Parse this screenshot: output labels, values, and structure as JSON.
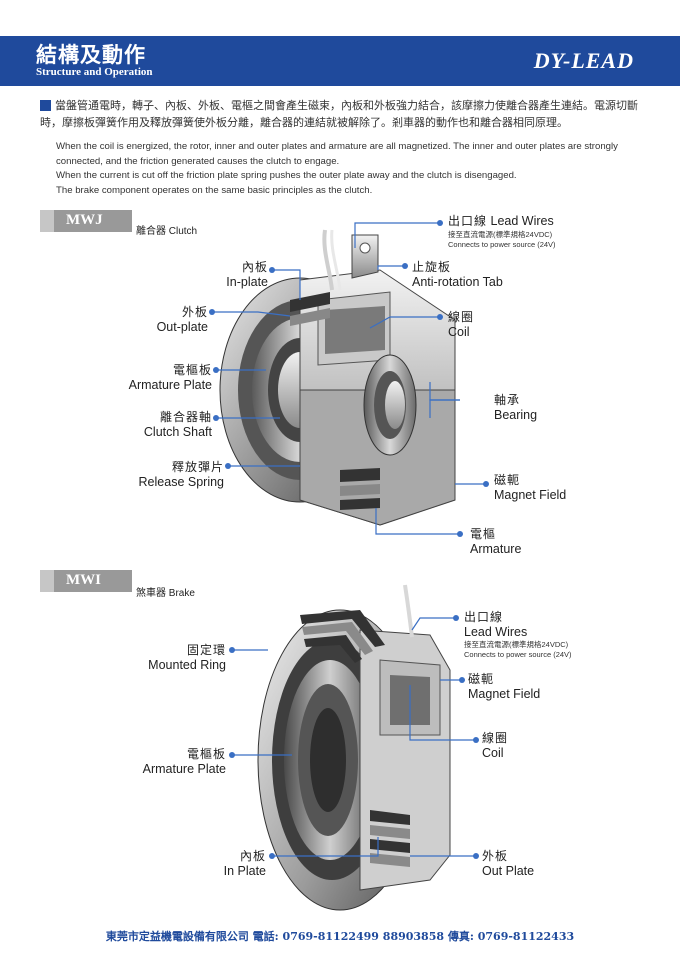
{
  "header": {
    "title_zh": "結構及動作",
    "title_en": "Structure and Operation",
    "brand": "DY-LEAD"
  },
  "intro": {
    "zh": "當盤管通電時，轉子、內板、外板、電樞之間會產生磁束，內板和外板強力結合，該摩擦力使離合器產生連結。電源切斷時，摩擦板彈簧作用及釋放彈簧使外板分離，離合器的連結就被解除了。剎車器的動作也和離合器相同原理。",
    "en": [
      "When the coil is energized, the rotor, inner and outer plates and armature are all magnetized.  The inner and outer plates are strongly connected, and the friction generated causes the clutch to engage.",
      "When the current is cut off the friction plate spring pushes the outer plate away and the clutch is disengaged.",
      "The brake component operates on the same basic principles as the clutch."
    ]
  },
  "clutch": {
    "code": "MWJ",
    "subtitle": "離合器 Clutch",
    "labels": {
      "lead_wires_zh": "出口線",
      "lead_wires_en": "Lead Wires",
      "lead_wires_note_zh": "接至直流電源(標準規格24VDC)",
      "lead_wires_note_en": "Connects to power source (24V)",
      "inplate_zh": "內板",
      "inplate_en": "In-plate",
      "anti_rotation_zh": "止旋板",
      "anti_rotation_en": "Anti-rotation Tab",
      "outplate_zh": "外板",
      "outplate_en": "Out-plate",
      "coil_zh": "線圈",
      "coil_en": "Coil",
      "armature_plate_zh": "電樞板",
      "armature_plate_en": "Armature Plate",
      "bearing_zh": "軸承",
      "bearing_en": "Bearing",
      "clutch_shaft_zh": "離合器軸",
      "clutch_shaft_en": "Clutch Shaft",
      "release_spring_zh": "釋放彈片",
      "release_spring_en": "Release Spring",
      "magnet_field_zh": "磁軛",
      "magnet_field_en": "Magnet Field",
      "armature_zh": "電樞",
      "armature_en": "Armature"
    }
  },
  "brake": {
    "code": "MWI",
    "subtitle": "煞車器 Brake",
    "labels": {
      "lead_wires_zh": "出口線",
      "lead_wires_en": "Lead Wires",
      "lead_wires_note_zh": "接至直流電源(標準規格24VDC)",
      "lead_wires_note_en": "Connects to power source (24V)",
      "mounted_ring_zh": "固定環",
      "mounted_ring_en": "Mounted Ring",
      "magnet_field_zh": "磁軛",
      "magnet_field_en": "Magnet Field",
      "coil_zh": "線圈",
      "coil_en": "Coil",
      "armature_plate_zh": "電樞板",
      "armature_plate_en": "Armature Plate",
      "inplate_zh": "內板",
      "inplate_en": "In Plate",
      "outplate_zh": "外板",
      "outplate_en": "Out Plate"
    }
  },
  "footer": {
    "text": "東莞市定益機電設備有限公司  電話:  0769-81122499 88903858    傳真:  0769-81122433"
  },
  "colors": {
    "brand_blue": "#1f4a9c",
    "leader_blue": "#3a6fc4"
  }
}
